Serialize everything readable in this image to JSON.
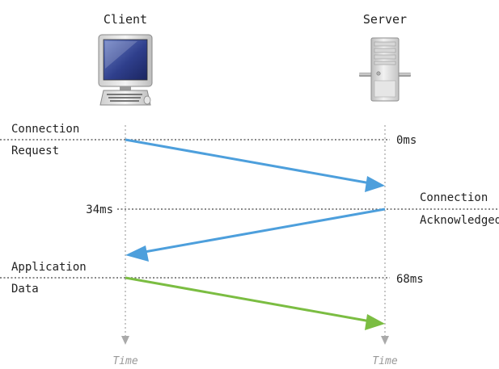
{
  "participants": {
    "client": {
      "label": "Client",
      "icon": "desktop-computer-icon"
    },
    "server": {
      "label": "Server",
      "icon": "server-tower-icon"
    }
  },
  "events": {
    "connection_request": {
      "line1": "Connection",
      "line2": "Request",
      "time": "0ms"
    },
    "connection_acknowledged": {
      "line1": "Connection",
      "line2": "Acknowledged",
      "time": "34ms"
    },
    "application_data": {
      "line1": "Application",
      "line2": "Data",
      "time": "68ms"
    }
  },
  "axis": {
    "client_label": "Time",
    "server_label": "Time"
  },
  "colors": {
    "request_arrow": "#4d9fdc",
    "ack_arrow": "#4d9fdc",
    "data_arrow": "#7bbd42",
    "dotted_line": "#444444",
    "lifeline": "#aaaaaa",
    "axis_label": "#999999",
    "text": "#222222"
  }
}
